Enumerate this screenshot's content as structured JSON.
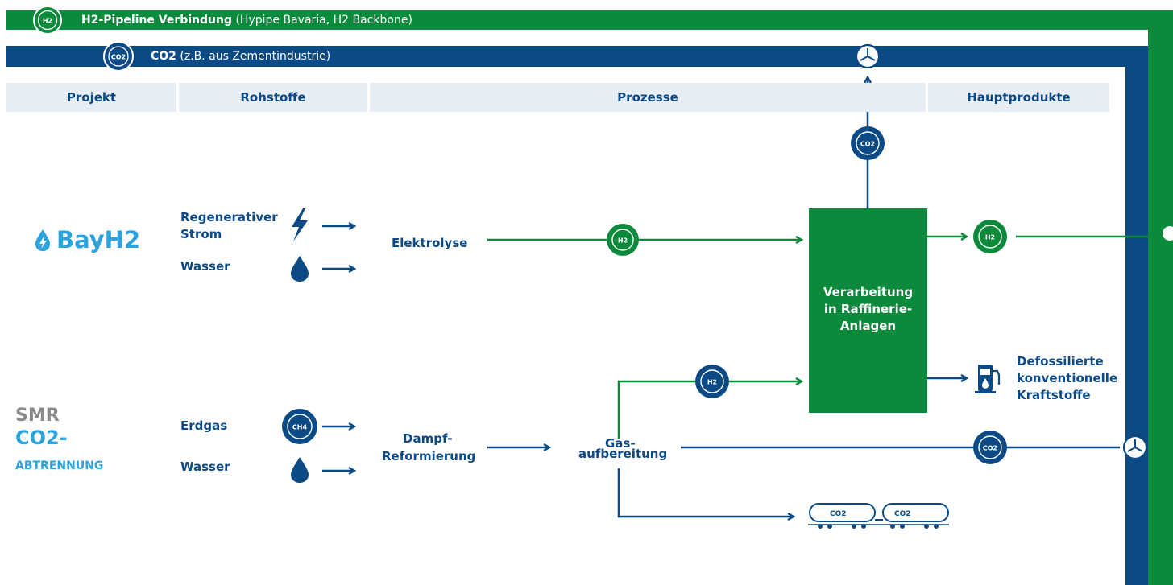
{
  "pipelines": {
    "h2": {
      "title": "H2-Pipeline Verbindung",
      "detail": "(Hypipe Bavaria, H2 Backbone)",
      "badge": "H2",
      "color": "#0b8a3c"
    },
    "co2": {
      "title": "CO2",
      "detail": "(z.B. aus Zementindustrie)",
      "badge": "CO2",
      "color": "#0c4a86"
    }
  },
  "headers": {
    "projekt": "Projekt",
    "rohstoffe": "Rohstoffe",
    "prozesse": "Prozesse",
    "hauptprodukte": "Hauptprodukte"
  },
  "bayh2": {
    "logo": "BayH2",
    "rohstoffe": [
      "Regenerativer",
      "Strom",
      "Wasser"
    ],
    "prozess": "Elektrolyse",
    "badge": "H2"
  },
  "smr": {
    "logo_line1": "SMR",
    "logo_line2": "CO2-",
    "logo_line3": "ABTRENNUNG",
    "erdgas": "Erdgas",
    "wasser": "Wasser",
    "ch4_badge": "CH4",
    "prozess_line1": "Dampf-",
    "prozess_line2": "Reformierung",
    "gas_line1": "Gas-",
    "gas_line2": "aufbereitung"
  },
  "raffinerie": {
    "label": "Verarbeitung\nin Raffinerie-\nAnlagen"
  },
  "produkte": {
    "kraftstoffe": "Defossilierte\nkonventionelle\nKraftstoffe",
    "h2_badge": "H2"
  },
  "badges": {
    "co2": "CO2",
    "h2": "H2"
  },
  "tanks": {
    "label_a": "CO2",
    "label_b": "CO2"
  },
  "colors": {
    "green": "#0b8a3c",
    "blue": "#0c4a86",
    "header_bg": "#e6edf4",
    "light_blue": "#2aa3df",
    "gray": "#8a8a8a"
  }
}
